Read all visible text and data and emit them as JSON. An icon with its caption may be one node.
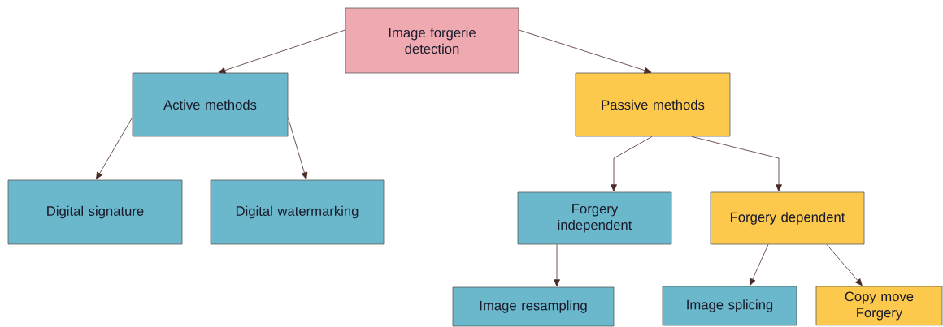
{
  "diagram": {
    "nodes": [
      {
        "text": [
          "Image forgerie detection"
        ]
      },
      {
        "text": [
          "Active methods"
        ]
      },
      {
        "text": [
          "Passive methods"
        ]
      },
      {
        "text": [
          "Digital signature"
        ]
      },
      {
        "text": [
          "Digital watermarking"
        ]
      },
      {
        "text": [
          "Forgery independent"
        ]
      },
      {
        "text": [
          "Forgery dependent"
        ]
      },
      {
        "text": [
          "Image resampling"
        ]
      },
      {
        "text": [
          "Image splicing"
        ]
      },
      {
        "text": [
          "Copy move Forgery"
        ]
      }
    ],
    "edges": [
      {
        "from": 0,
        "to": 1,
        "arrow": "to"
      },
      {
        "from": 0,
        "to": 2,
        "arrow": "to"
      },
      {
        "from": 1,
        "to": 3,
        "arrow": "to"
      },
      {
        "from": 1,
        "to": 4,
        "arrow": "to"
      },
      {
        "from": 2,
        "to": 5,
        "arrow": "to"
      },
      {
        "from": 2,
        "to": 6,
        "arrow": "to"
      },
      {
        "from": 5,
        "to": 7,
        "arrow": "to"
      },
      {
        "from": 6,
        "to": 8,
        "arrow": "to"
      },
      {
        "from": 6,
        "to": 9,
        "arrow": "to"
      }
    ]
  }
}
